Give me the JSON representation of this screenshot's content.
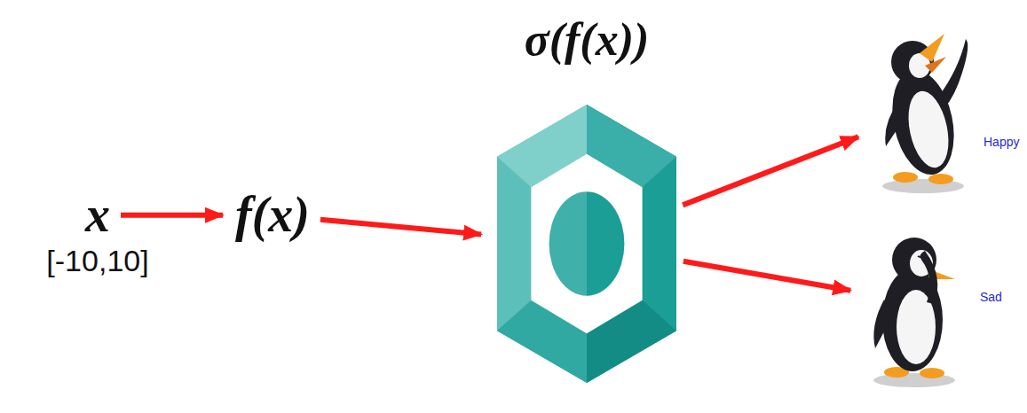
{
  "diagram": {
    "nodes": [
      {
        "text": [
          "x",
          "[-10,10]"
        ]
      },
      {
        "text": [
          "f(x)"
        ]
      },
      {
        "text": [
          "σ(f(x))"
        ]
      },
      {
        "text": [
          "Happy"
        ]
      },
      {
        "text": [
          "Sad"
        ]
      }
    ],
    "edges": [
      {
        "from": 0,
        "to": 1,
        "arrow": "to"
      },
      {
        "from": 1,
        "to": 2,
        "arrow": "to"
      },
      {
        "from": 2,
        "to": 3,
        "arrow": "to"
      },
      {
        "from": 2,
        "to": 4,
        "arrow": "to"
      }
    ]
  }
}
